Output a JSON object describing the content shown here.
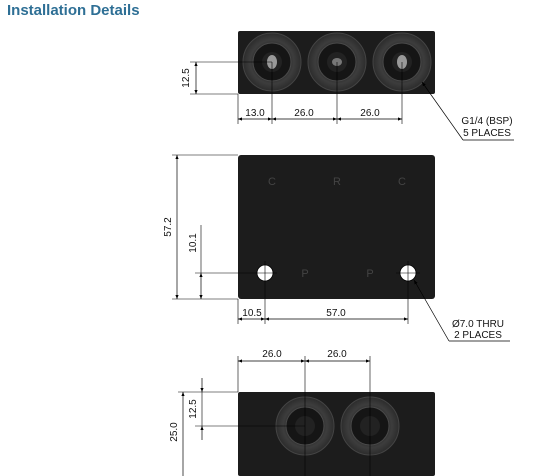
{
  "title": "Installation Details",
  "top_view": {
    "dims": {
      "left": "13.0",
      "mid": "26.0",
      "right": "26.0",
      "height": "12.5"
    },
    "callout": [
      "G1/4 (BSP)",
      "5 PLACES"
    ]
  },
  "front_view": {
    "port_labels": {
      "c1": "C",
      "r": "R",
      "c2": "C",
      "p1": "P",
      "p2": "P"
    },
    "dims": {
      "height": "57.2",
      "hole_height": "10.1",
      "left": "10.5",
      "span": "57.0"
    },
    "callout": [
      "Ø7.0 THRU",
      "2 PLACES"
    ]
  },
  "bottom_view": {
    "dims": {
      "left": "26.0",
      "right": "26.0",
      "height": "25.0",
      "port_height": "12.5"
    }
  },
  "colors": {
    "title": "#2e6f95",
    "body": "#1c1c1c",
    "port_ring": "#3a3a3a"
  }
}
